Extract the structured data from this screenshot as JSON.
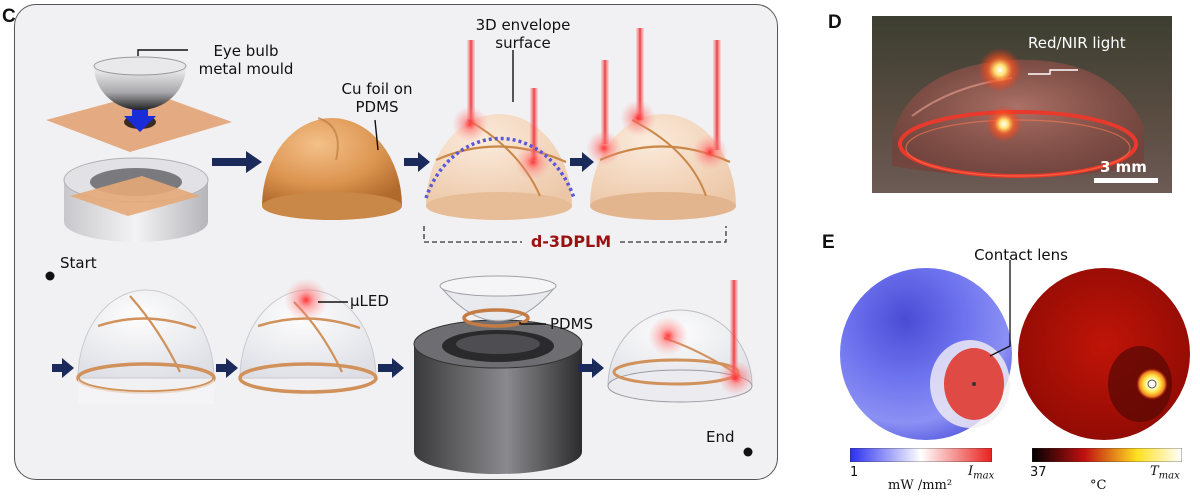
{
  "panels": {
    "c": "C",
    "d": "D",
    "e": "E"
  },
  "panel_c": {
    "mould_label_1": "Eye bulb",
    "mould_label_2": "metal mould",
    "cu_label_1": "Cu foil on",
    "cu_label_2": "PDMS",
    "envelope_label_1": "3D envelope",
    "envelope_label_2": "surface",
    "d3dplm": "d-3DPLM",
    "start": "Start",
    "uled": "μLED",
    "pdms": "PDMS",
    "end": "End"
  },
  "panel_d": {
    "light_label": "Red/NIR light",
    "scale_bar": "3 mm"
  },
  "panel_e": {
    "contact_lens": "Contact lens",
    "cbar1_min": "1",
    "cbar1_unit": "mW /mm²",
    "cbar1_max_main": "I",
    "cbar1_max_sub": "max",
    "cbar2_min": "37",
    "cbar2_unit": "°C",
    "cbar2_max_main": "T",
    "cbar2_max_sub": "max"
  },
  "colors": {
    "arrow_navy": "#1a2a5a",
    "mould_arrow_blue": "#1a2bd8",
    "copper": "#d48a45",
    "highlight_red": "#9b1010",
    "envelope_dash": "#5a5ad8"
  }
}
